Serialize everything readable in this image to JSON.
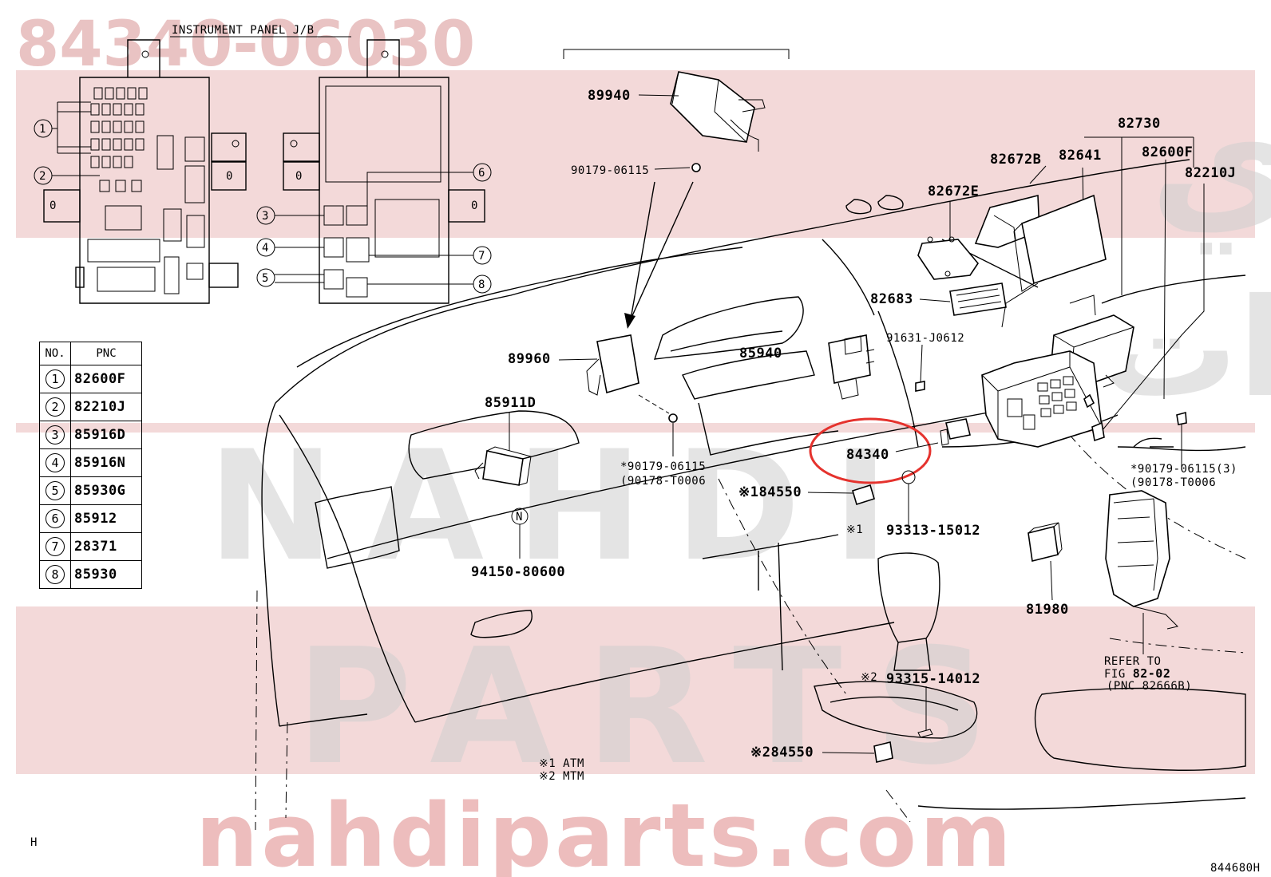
{
  "watermark": {
    "part_number": "84340-06030",
    "line1": "النهدي",
    "line2": "للسيارات",
    "line3": "NAHDI",
    "line4": "PARTS",
    "url": "nahdiparts.com"
  },
  "title": "INSTRUMENT PANEL J/B",
  "pnc_table": {
    "headers": [
      "NO.",
      "PNC"
    ],
    "rows": [
      {
        "no": "1",
        "pnc": "82600F"
      },
      {
        "no": "2",
        "pnc": "82210J"
      },
      {
        "no": "3",
        "pnc": "85916D"
      },
      {
        "no": "4",
        "pnc": "85916N"
      },
      {
        "no": "5",
        "pnc": "85930G"
      },
      {
        "no": "6",
        "pnc": "85912"
      },
      {
        "no": "7",
        "pnc": "28371"
      },
      {
        "no": "8",
        "pnc": "85930"
      }
    ]
  },
  "callouts": {
    "c1": "1",
    "c2": "2",
    "c3": "3",
    "c4": "4",
    "c5": "5",
    "c6": "6",
    "c7": "7",
    "c8": "8"
  },
  "labels": {
    "p89940": "89940",
    "p90179a": "90179-06115",
    "p89960": "89960",
    "p85940": "85940",
    "p85911d": "85911D",
    "p90179b": "*90179-06115",
    "p90178a": "(90178-T0006",
    "p94150": "94150-80600",
    "circle_n": "N",
    "p84340": "84340",
    "p84550a": "※184550",
    "p93313_mark": "※1",
    "p93313": "93313-15012",
    "p93315_mark": "※2",
    "p93315": "93315-14012",
    "p84550b": "※284550",
    "p82730": "82730",
    "p82672b": "82672B",
    "p82641": "82641",
    "p82600f": "82600F",
    "p82210j": "82210J",
    "p82672e": "82672E",
    "p82683": "82683",
    "p91631": "91631-J0612",
    "p90179c": "*90179-06115(3)",
    "p90178b": "(90178-T0006",
    "p81980": "81980",
    "refer1": "REFER TO",
    "refer2_pre": "FIG ",
    "refer2_fig": "82-02",
    "refer3": "(PNC 82666B)",
    "note1": "※1 ATM",
    "note2": "※2 MTM",
    "corner_h": "H",
    "fig_id": "844680H"
  },
  "colors": {
    "highlight": "#e5322d",
    "watermark_band": "#e9b9b9",
    "line": "#000000"
  }
}
